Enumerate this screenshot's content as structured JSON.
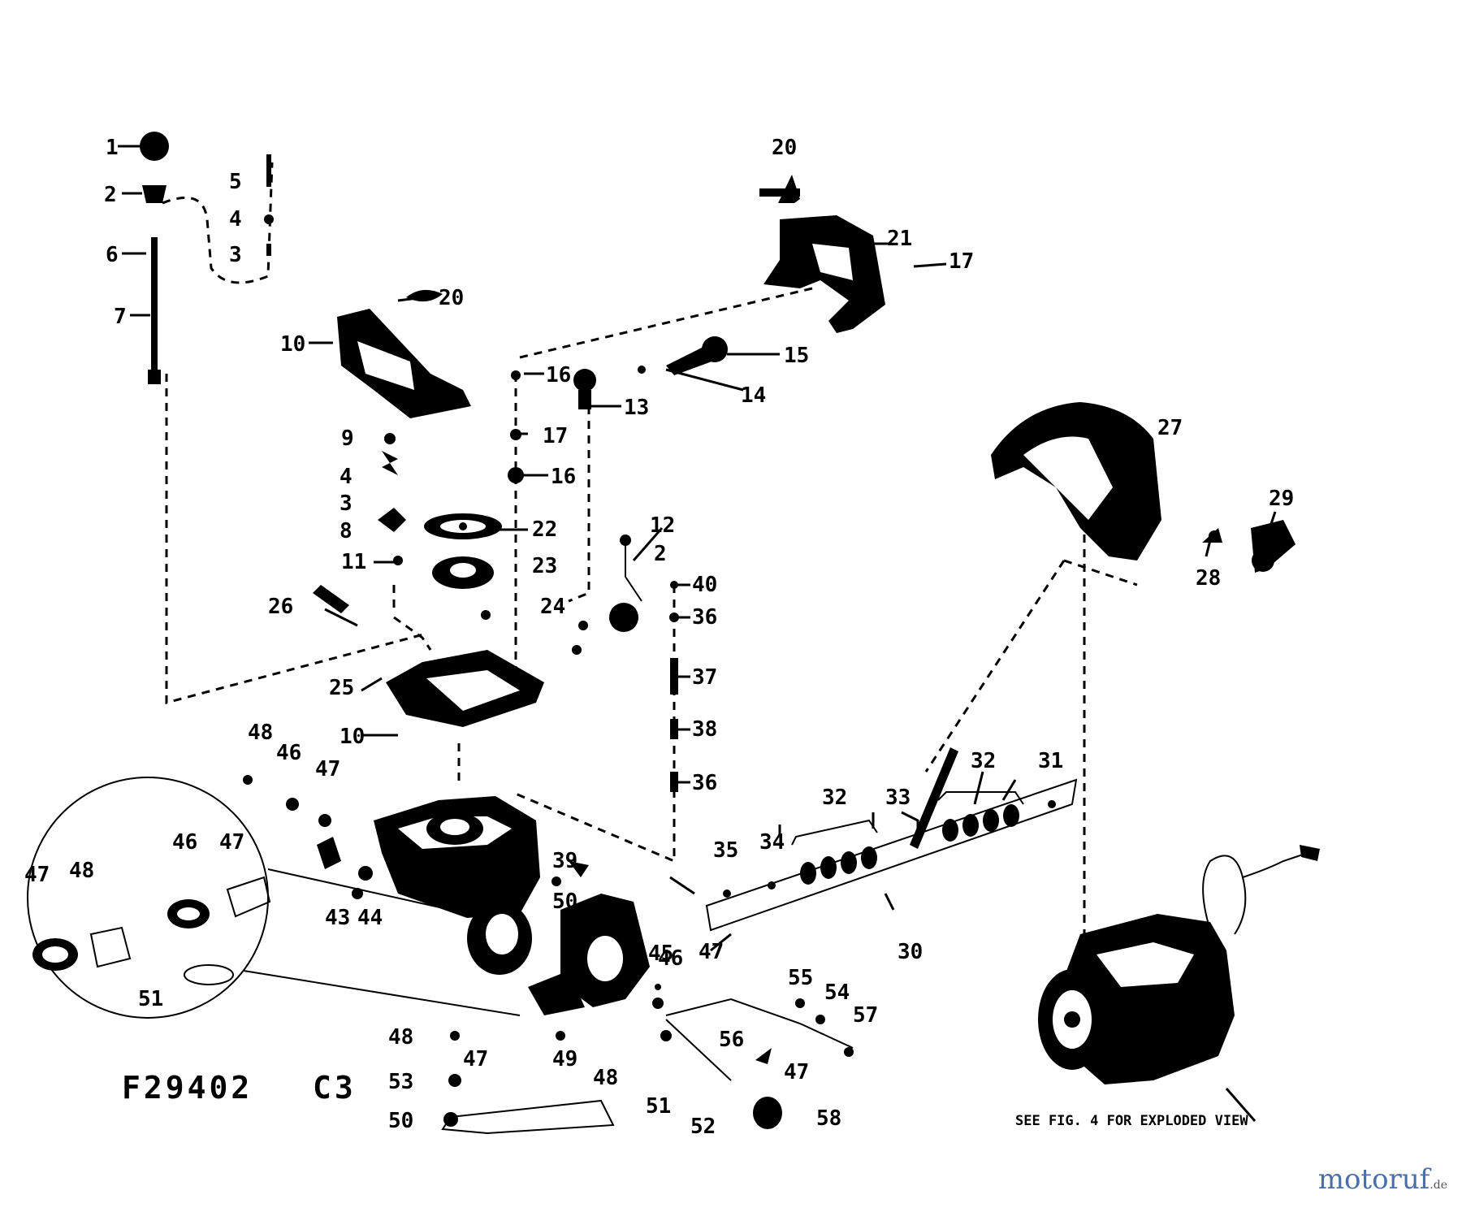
{
  "figure": {
    "code": "F29402",
    "section": "C3",
    "footnote": "SEE FIG. 4 FOR EXPLODED VIEW"
  },
  "watermark": {
    "name": "motoruf",
    "tld": ".de"
  },
  "callouts": [
    {
      "id": "c1",
      "text": "1"
    },
    {
      "id": "c2",
      "text": "2"
    },
    {
      "id": "c3",
      "text": "5"
    },
    {
      "id": "c4",
      "text": "4"
    },
    {
      "id": "c5",
      "text": "3"
    },
    {
      "id": "c6",
      "text": "6"
    },
    {
      "id": "c7",
      "text": "7"
    },
    {
      "id": "c8",
      "text": "10"
    },
    {
      "id": "c9",
      "text": "20"
    },
    {
      "id": "c10",
      "text": "20"
    },
    {
      "id": "c11",
      "text": "21"
    },
    {
      "id": "c12",
      "text": "17"
    },
    {
      "id": "c13",
      "text": "15"
    },
    {
      "id": "c14",
      "text": "14"
    },
    {
      "id": "c15",
      "text": "16"
    },
    {
      "id": "c16",
      "text": "13"
    },
    {
      "id": "c17",
      "text": "17"
    },
    {
      "id": "c18",
      "text": "16"
    },
    {
      "id": "c19",
      "text": "9"
    },
    {
      "id": "c20",
      "text": "4"
    },
    {
      "id": "c21",
      "text": "3"
    },
    {
      "id": "c22",
      "text": "8"
    },
    {
      "id": "c23",
      "text": "11"
    },
    {
      "id": "c24",
      "text": "22"
    },
    {
      "id": "c25",
      "text": "23"
    },
    {
      "id": "c26",
      "text": "24"
    },
    {
      "id": "c27",
      "text": "26"
    },
    {
      "id": "c28",
      "text": "25"
    },
    {
      "id": "c29",
      "text": "10"
    },
    {
      "id": "c30",
      "text": "12"
    },
    {
      "id": "c31",
      "text": "2"
    },
    {
      "id": "c32",
      "text": "40"
    },
    {
      "id": "c33",
      "text": "36"
    },
    {
      "id": "c34",
      "text": "37"
    },
    {
      "id": "c35",
      "text": "38"
    },
    {
      "id": "c36",
      "text": "36"
    },
    {
      "id": "c37",
      "text": "27"
    },
    {
      "id": "c38",
      "text": "29"
    },
    {
      "id": "c39",
      "text": "28"
    },
    {
      "id": "c40",
      "text": "32"
    },
    {
      "id": "c41",
      "text": "33"
    },
    {
      "id": "c42",
      "text": "32"
    },
    {
      "id": "c43",
      "text": "31"
    },
    {
      "id": "c44",
      "text": "34"
    },
    {
      "id": "c45",
      "text": "35"
    },
    {
      "id": "c46",
      "text": "30"
    },
    {
      "id": "c47",
      "text": "48"
    },
    {
      "id": "c48",
      "text": "46"
    },
    {
      "id": "c49",
      "text": "47"
    },
    {
      "id": "c50",
      "text": "47"
    },
    {
      "id": "c51",
      "text": "48"
    },
    {
      "id": "c52",
      "text": "46"
    },
    {
      "id": "c53",
      "text": "47"
    },
    {
      "id": "c54",
      "text": "51"
    },
    {
      "id": "c55",
      "text": "43"
    },
    {
      "id": "c56",
      "text": "44"
    },
    {
      "id": "c57",
      "text": "39"
    },
    {
      "id": "c58",
      "text": "50"
    },
    {
      "id": "c59",
      "text": "45"
    },
    {
      "id": "c60",
      "text": "46"
    },
    {
      "id": "c61",
      "text": "47"
    },
    {
      "id": "c62",
      "text": "48"
    },
    {
      "id": "c63",
      "text": "47"
    },
    {
      "id": "c64",
      "text": "49"
    },
    {
      "id": "c65",
      "text": "53"
    },
    {
      "id": "c66",
      "text": "48"
    },
    {
      "id": "c67",
      "text": "50"
    },
    {
      "id": "c68",
      "text": "51"
    },
    {
      "id": "c69",
      "text": "52"
    },
    {
      "id": "c70",
      "text": "58"
    },
    {
      "id": "c71",
      "text": "55"
    },
    {
      "id": "c72",
      "text": "54"
    },
    {
      "id": "c73",
      "text": "57"
    },
    {
      "id": "c74",
      "text": "56"
    },
    {
      "id": "c75",
      "text": "47"
    }
  ]
}
